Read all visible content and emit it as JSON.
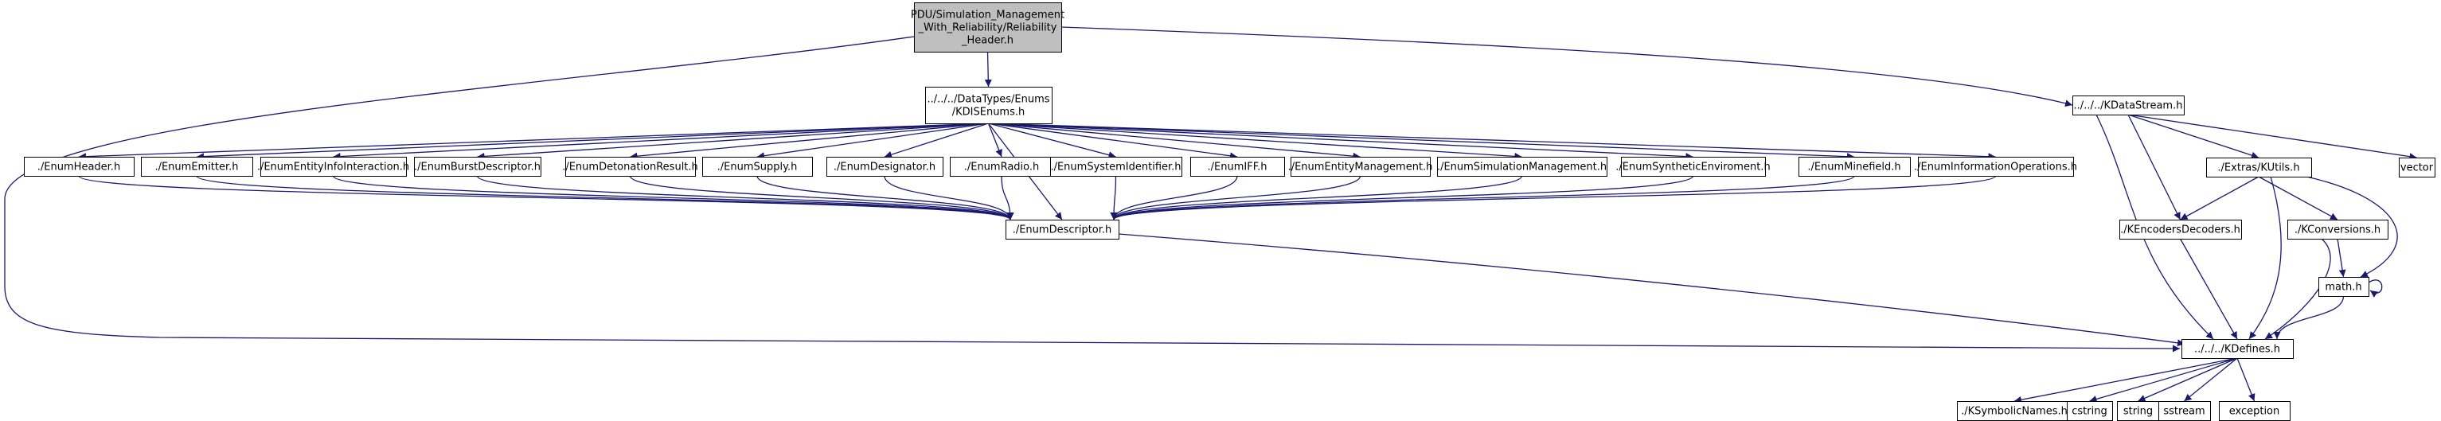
{
  "colors": {
    "edge": "#191970",
    "node_fill": "#ffffff",
    "root_fill": "#bfbfbf",
    "external_stroke": "#bfbfbf",
    "text": "#000000"
  },
  "nodes": {
    "root": {
      "lines": [
        "PDU/Simulation_Management",
        "_With_Reliability/Reliability",
        "_Header.h"
      ],
      "style": "root"
    },
    "kdse": {
      "lines": [
        "../../../DataTypes/Enums",
        "/KDISEnums.h"
      ]
    },
    "kds": {
      "lines": [
        "../../../KDataStream.h"
      ]
    },
    "eh": {
      "lines": [
        "./EnumHeader.h"
      ]
    },
    "eem": {
      "lines": [
        "./EnumEmitter.h"
      ]
    },
    "eei": {
      "lines": [
        "./EnumEntityInfoInteraction.h"
      ]
    },
    "ebd": {
      "lines": [
        "./EnumBurstDescriptor.h"
      ]
    },
    "edr": {
      "lines": [
        "./EnumDetonationResult.h"
      ]
    },
    "esu": {
      "lines": [
        "./EnumSupply.h"
      ]
    },
    "ede": {
      "lines": [
        "./EnumDesignator.h"
      ]
    },
    "era": {
      "lines": [
        "./EnumRadio.h"
      ]
    },
    "esi": {
      "lines": [
        "./EnumSystemIdentifier.h"
      ]
    },
    "eif": {
      "lines": [
        "./EnumIFF.h"
      ]
    },
    "eemg": {
      "lines": [
        "./EnumEntityManagement.h"
      ]
    },
    "esm": {
      "lines": [
        "./EnumSimulationManagement.h"
      ]
    },
    "ese": {
      "lines": [
        "./EnumSyntheticEnviroment.h"
      ]
    },
    "emf": {
      "lines": [
        "./EnumMinefield.h"
      ]
    },
    "eio": {
      "lines": [
        "./EnumInformationOperations.h"
      ]
    },
    "edesc": {
      "lines": [
        "./EnumDescriptor.h"
      ]
    },
    "kutils": {
      "lines": [
        "./Extras/KUtils.h"
      ]
    },
    "vector": {
      "lines": [
        "vector"
      ],
      "style": "external"
    },
    "kenc": {
      "lines": [
        "./KEncodersDecoders.h"
      ]
    },
    "kconv": {
      "lines": [
        "./KConversions.h"
      ]
    },
    "math": {
      "lines": [
        "math.h"
      ]
    },
    "kdef": {
      "lines": [
        "../../../KDefines.h"
      ]
    },
    "ksym": {
      "lines": [
        "./KSymbolicNames.h"
      ]
    },
    "cstring": {
      "lines": [
        "cstring"
      ],
      "style": "external"
    },
    "string": {
      "lines": [
        "string"
      ],
      "style": "external"
    },
    "sstream": {
      "lines": [
        "sstream"
      ],
      "style": "external"
    },
    "exception": {
      "lines": [
        "exception"
      ],
      "style": "external"
    }
  },
  "edges": [
    [
      "root",
      "kdse"
    ],
    [
      "root",
      "kds"
    ],
    [
      "root",
      "kdef"
    ],
    [
      "kdse",
      "eh"
    ],
    [
      "kdse",
      "eem"
    ],
    [
      "kdse",
      "eei"
    ],
    [
      "kdse",
      "ebd"
    ],
    [
      "kdse",
      "edr"
    ],
    [
      "kdse",
      "esu"
    ],
    [
      "kdse",
      "ede"
    ],
    [
      "kdse",
      "era"
    ],
    [
      "kdse",
      "esi"
    ],
    [
      "kdse",
      "eif"
    ],
    [
      "kdse",
      "eemg"
    ],
    [
      "kdse",
      "esm"
    ],
    [
      "kdse",
      "ese"
    ],
    [
      "kdse",
      "emf"
    ],
    [
      "kdse",
      "eio"
    ],
    [
      "kdse",
      "edesc"
    ],
    [
      "eh",
      "edesc"
    ],
    [
      "eem",
      "edesc"
    ],
    [
      "eei",
      "edesc"
    ],
    [
      "ebd",
      "edesc"
    ],
    [
      "edr",
      "edesc"
    ],
    [
      "esu",
      "edesc"
    ],
    [
      "ede",
      "edesc"
    ],
    [
      "era",
      "edesc"
    ],
    [
      "esi",
      "edesc"
    ],
    [
      "eif",
      "edesc"
    ],
    [
      "eemg",
      "edesc"
    ],
    [
      "esm",
      "edesc"
    ],
    [
      "ese",
      "edesc"
    ],
    [
      "emf",
      "edesc"
    ],
    [
      "eio",
      "edesc"
    ],
    [
      "edesc",
      "kdef"
    ],
    [
      "kds",
      "kutils"
    ],
    [
      "kds",
      "vector"
    ],
    [
      "kds",
      "kenc"
    ],
    [
      "kds",
      "kdef"
    ],
    [
      "kutils",
      "kenc"
    ],
    [
      "kutils",
      "kconv"
    ],
    [
      "kutils",
      "math"
    ],
    [
      "kutils",
      "kdef"
    ],
    [
      "kenc",
      "kdef"
    ],
    [
      "kconv",
      "math"
    ],
    [
      "kconv",
      "kdef"
    ],
    [
      "math",
      "math"
    ],
    [
      "math",
      "kdef"
    ],
    [
      "kdef",
      "ksym"
    ],
    [
      "kdef",
      "cstring"
    ],
    [
      "kdef",
      "string"
    ],
    [
      "kdef",
      "sstream"
    ],
    [
      "kdef",
      "exception"
    ]
  ]
}
